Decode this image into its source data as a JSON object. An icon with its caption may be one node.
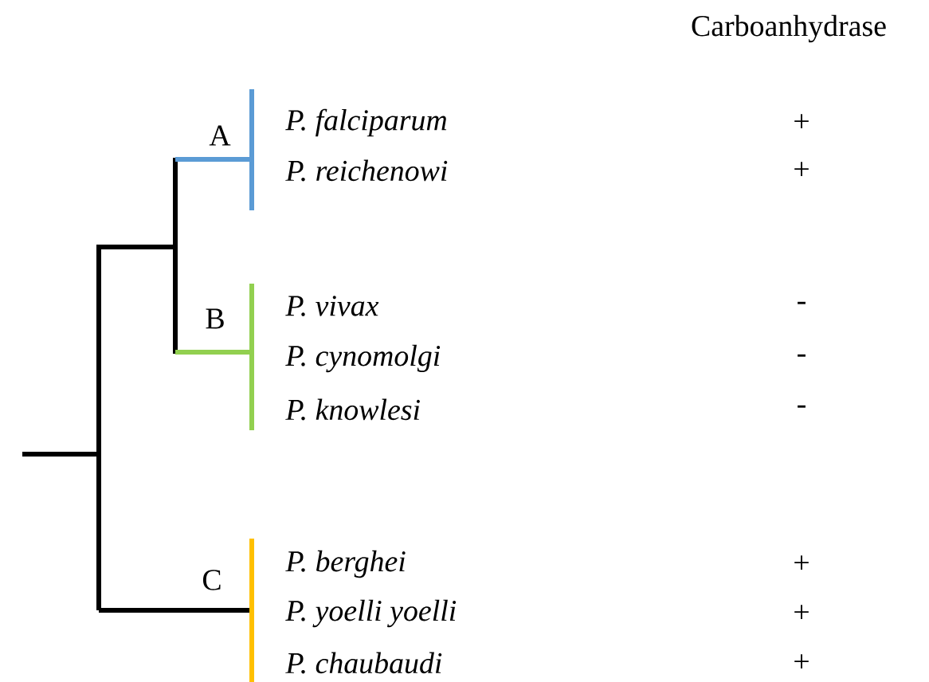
{
  "diagram": {
    "labels": [
      "Carboanhydrase",
      "A",
      "P. falciparum",
      "+",
      "P. reichenowi",
      "+",
      "B",
      "P. vivax",
      "-",
      "P. cynomolgi",
      "-",
      "P. knowlesi",
      "-",
      "C",
      "P. berghei",
      "+",
      "P. yoelli yoelli",
      "+",
      "P. chaubaudi",
      "+"
    ]
  }
}
